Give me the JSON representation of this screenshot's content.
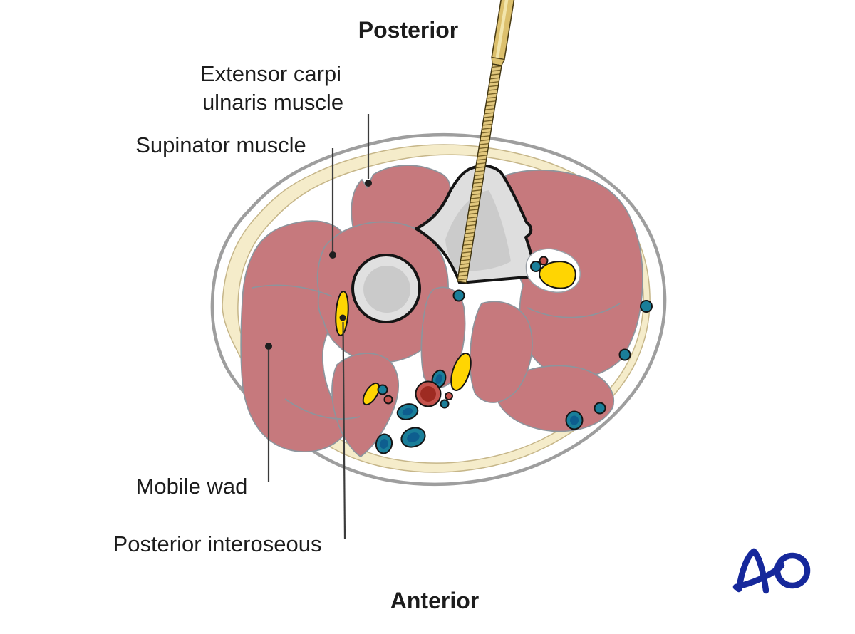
{
  "figure": {
    "description": "Axial cross-section diagram of the proximal forearm with a threaded wire inserted from posterior through the ulna",
    "orientation_top": "Posterior",
    "orientation_bottom": "Anterior"
  },
  "labels": {
    "posterior": "Posterior",
    "anterior": "Anterior",
    "ecu_line1": "Extensor carpi",
    "ecu_line2": "ulnaris muscle",
    "supinator": "Supinator muscle",
    "mobile_wad": "Mobile wad",
    "posterior_interoseous": "Posterior interoseous"
  },
  "logo": {
    "text": "AO",
    "color": "#16289b"
  },
  "colors": {
    "background": "#ffffff",
    "muscle": "#c6797d",
    "muscle_outline": "#8d949c",
    "fat": "#f5ecca",
    "fat_outline": "#c6b689",
    "skin_outline": "#9e9e9e",
    "bone": "#e0e0e0",
    "bone_core": "#cacaca",
    "bone_outline": "#141414",
    "pin_gold": "#dcc06d",
    "pin_thread": "#e2c87e",
    "vein": "#1a7e99",
    "vein_core": "#0e5e8f",
    "artery": "#c4534d",
    "artery_core": "#9e2b22",
    "nerve": "#ffd502",
    "label_text": "#1c1c1c"
  }
}
